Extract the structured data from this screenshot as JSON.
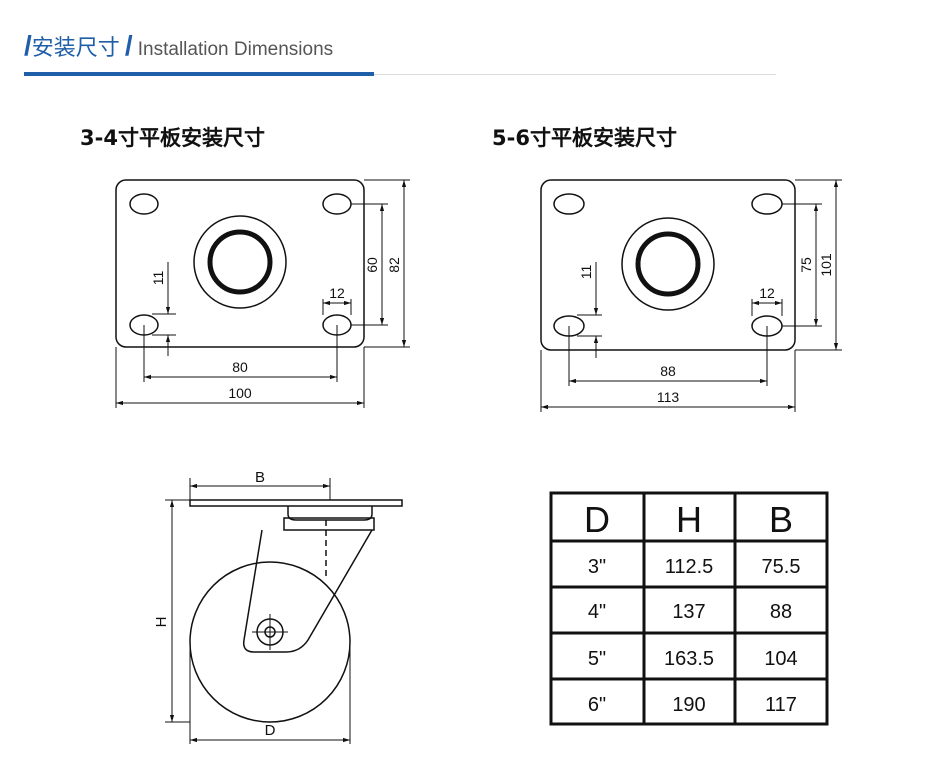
{
  "header": {
    "slash": "/",
    "title_cn": "安装尺寸",
    "title_en": "Installation Dimensions"
  },
  "plate_small": {
    "title": "3-4寸平板安装尺寸",
    "dim_hole_height": "11",
    "dim_hole_width": "12",
    "dim_inner_height": "60",
    "dim_outer_height": "82",
    "dim_inner_width": "80",
    "dim_outer_width": "100"
  },
  "plate_large": {
    "title": "5-6寸平板安装尺寸",
    "dim_hole_height": "11",
    "dim_hole_width": "12",
    "dim_inner_height": "75",
    "dim_outer_height": "101",
    "dim_inner_width": "88",
    "dim_outer_width": "113"
  },
  "caster": {
    "label_b": "B",
    "label_h": "H",
    "label_d": "D"
  },
  "table": {
    "headers": [
      "D",
      "H",
      "B"
    ],
    "rows": [
      [
        "3\"",
        "112.5",
        "75.5"
      ],
      [
        "4\"",
        "137",
        "88"
      ],
      [
        "5\"",
        "163.5",
        "104"
      ],
      [
        "6\"",
        "190",
        "117"
      ]
    ]
  }
}
